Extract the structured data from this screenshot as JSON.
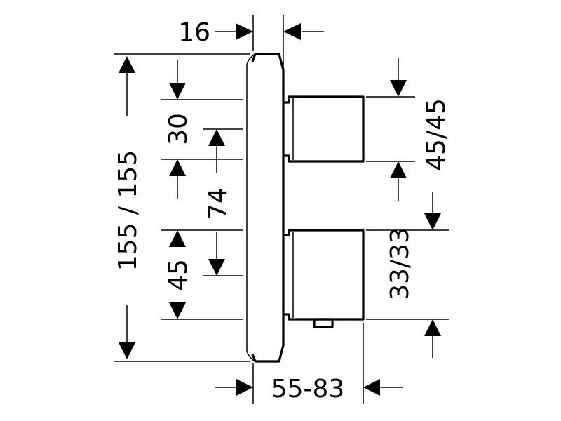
{
  "dimensions": {
    "top_offset": "16",
    "overall_height": "155 / 155",
    "upper_gap": "30",
    "center_spacing": "74",
    "lower_handle": "45",
    "right_upper": "45/45",
    "right_lower": "33/33",
    "projection": "55-83"
  }
}
